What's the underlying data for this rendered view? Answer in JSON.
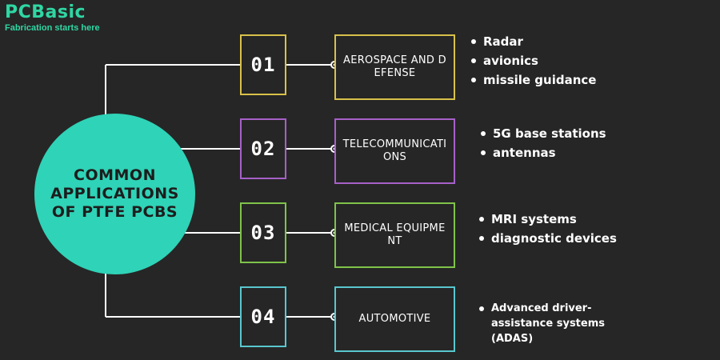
{
  "logo": {
    "brand": "PCBasic",
    "tagline": "Fabrication starts here",
    "color": "#2fd7a3"
  },
  "hub": {
    "title": "COMMON APPLICATIONS OF PTFE PCBS",
    "color": "#2fd3b7"
  },
  "applications": [
    {
      "number": "01",
      "category": "AEROSPACE AND DEFENSE",
      "color": "#d8c14a",
      "examples": [
        "Radar",
        "avionics",
        "missile guidance"
      ]
    },
    {
      "number": "02",
      "category": "TELECOMMUNICATIONS",
      "color": "#a660c9",
      "examples": [
        "5G base stations",
        "antennas"
      ]
    },
    {
      "number": "03",
      "category": "MEDICAL EQUIPMENT",
      "color": "#7fc34a",
      "examples": [
        "MRI systems",
        "diagnostic devices"
      ]
    },
    {
      "number": "04",
      "category": "AUTOMOTIVE",
      "color": "#59c7cf",
      "examples": [
        "Advanced driver-assistance systems (ADAS)"
      ]
    }
  ],
  "connector_color": "#ffffff",
  "background": "#262626"
}
